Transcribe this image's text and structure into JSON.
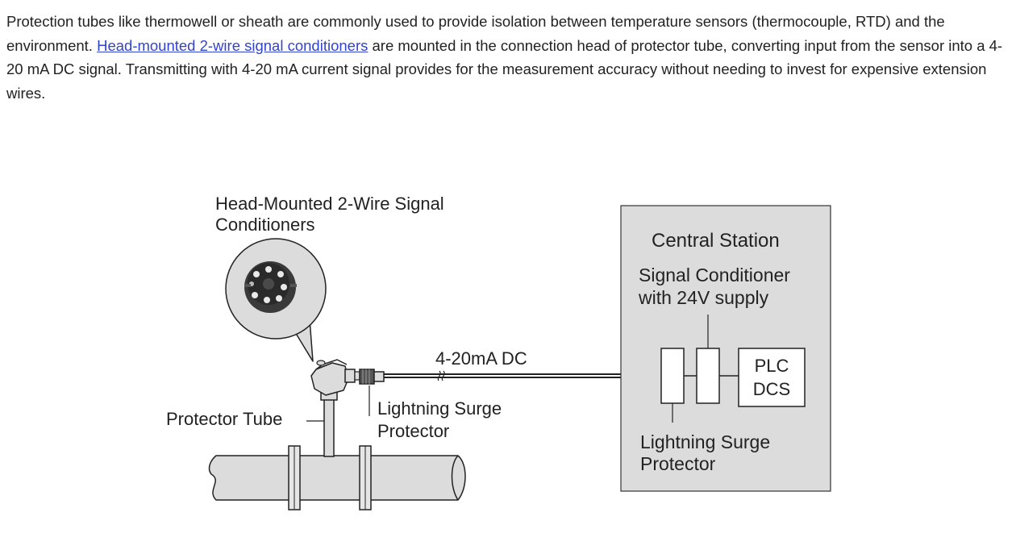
{
  "intro": {
    "text_before": "Protection tubes like thermowell or sheath are commonly used to provide isolation between temperature sensors (thermocouple, RTD) and the environment. ",
    "link_text": "Head-mounted 2-wire signal conditioners",
    "text_after": " are mounted in the connection head of protector tube, converting input from the sensor into a 4-20 mA DC signal. Transmitting with 4-20 mA current signal provides for the measurement accuracy without needing to invest for expensive extension wires."
  },
  "diagram": {
    "head_mounted_label": [
      "Head-Mounted 2-Wire Signal",
      "Conditioners"
    ],
    "signal_label": "4-20mA DC",
    "surge_protector_label": [
      "Lightning Surge",
      "Protector"
    ],
    "protector_tube_label": "Protector Tube",
    "central_station": {
      "title": "Central Station",
      "conditioner_label": [
        "Signal Conditioner",
        "with 24V supply"
      ],
      "plc_label": [
        "PLC",
        "DCS"
      ],
      "surge_protector_label": [
        "Lightning Surge",
        "Protector"
      ]
    }
  }
}
